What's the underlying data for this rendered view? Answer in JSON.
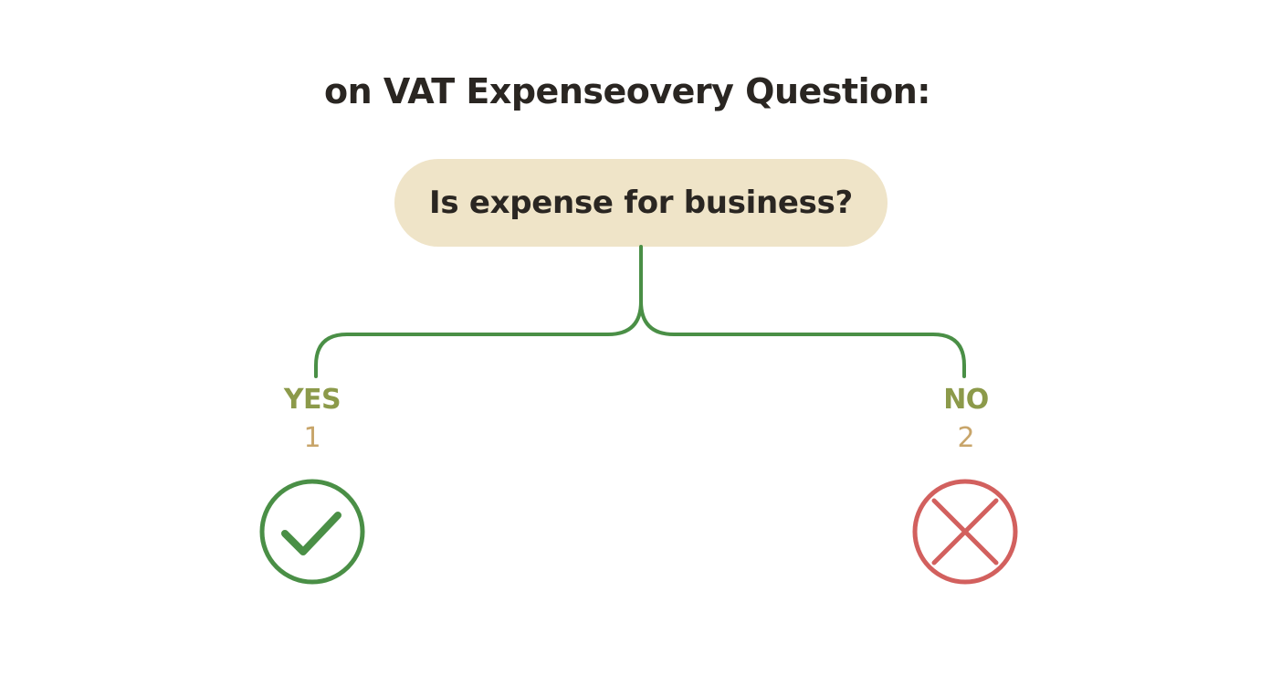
{
  "title": "on VAT Expenseovery Question:",
  "question": {
    "text": "Is expense for business?"
  },
  "branches": {
    "yes": {
      "label": "YES",
      "number": "1",
      "icon": "check-circle-icon",
      "color": "#4a8f46"
    },
    "no": {
      "label": "NO",
      "number": "2",
      "icon": "x-circle-icon",
      "color": "#d2605e"
    }
  },
  "colors": {
    "connector": "#4a8f46",
    "question_fill": "#efe4c8",
    "label": "#8c9a4a",
    "number": "#c8a56a",
    "text": "#2a2622"
  }
}
